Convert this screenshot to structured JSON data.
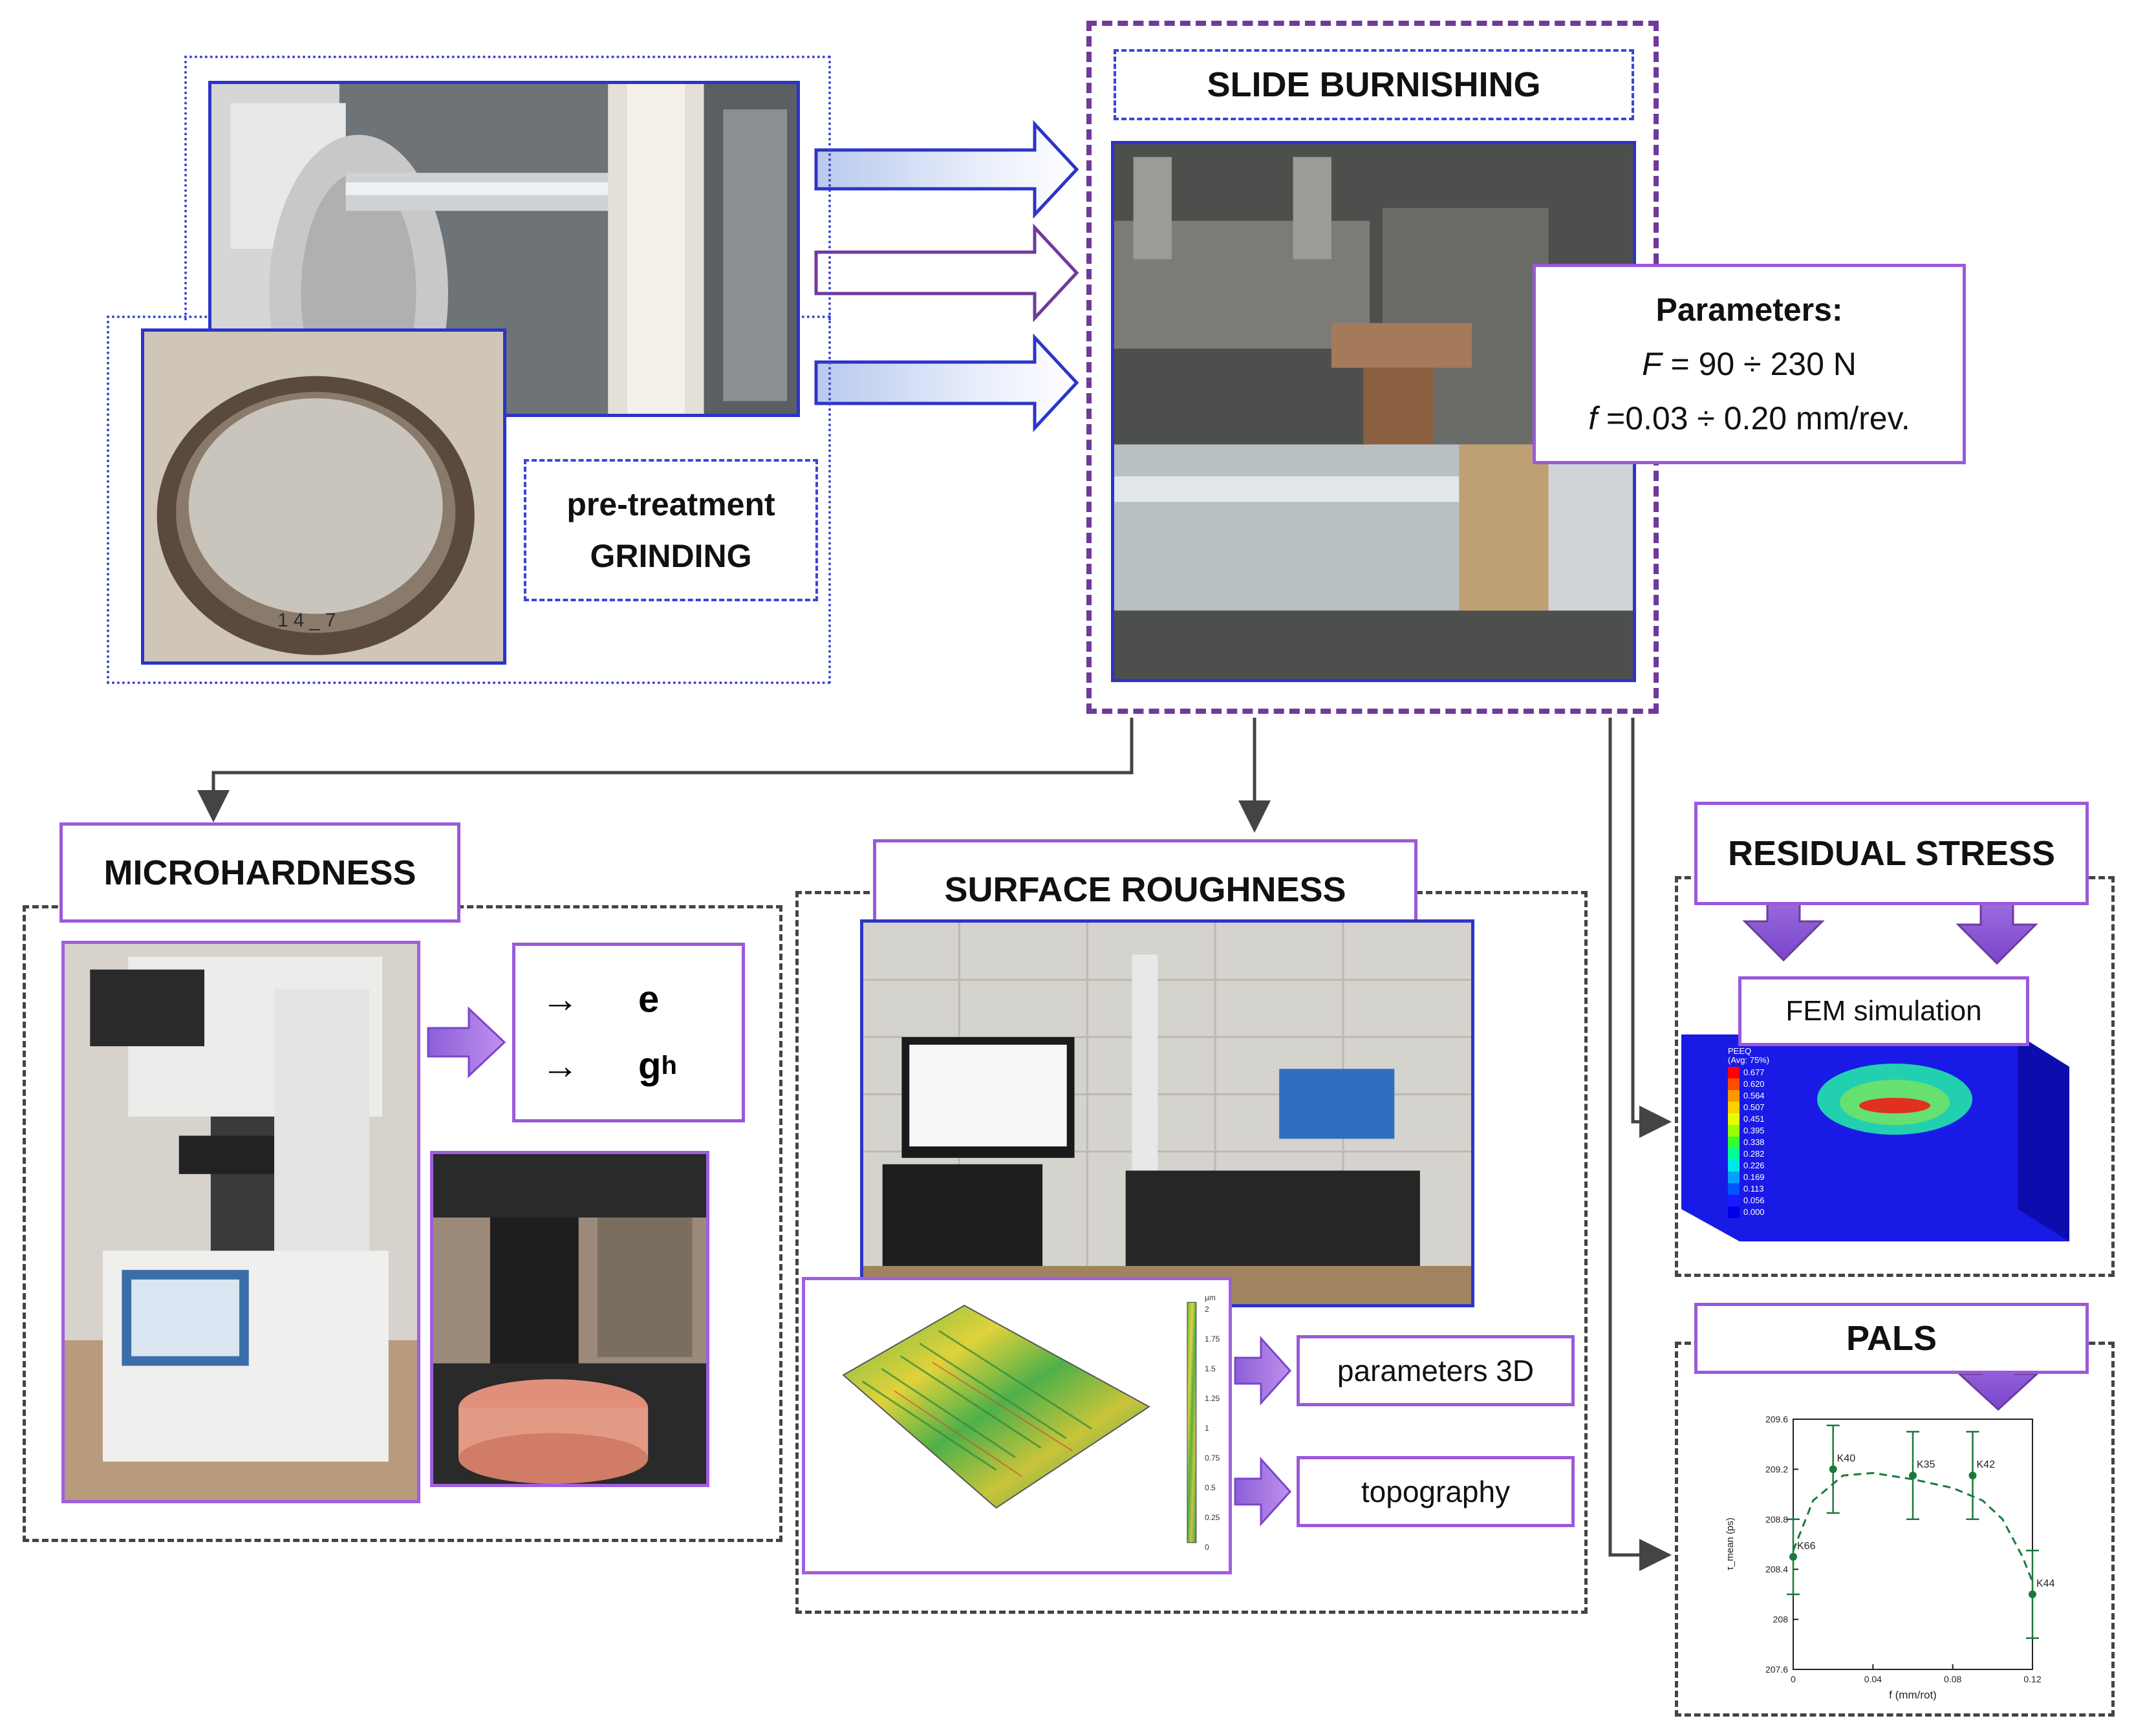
{
  "pretreatment": {
    "line1": "pre-treatment",
    "line2": "GRINDING"
  },
  "slide_burnishing": {
    "title": "SLIDE BURNISHING"
  },
  "parameters": {
    "title": "Parameters:",
    "force_symbol": "F",
    "force_text": " = 90 ÷ 230 N",
    "feed_symbol": "f",
    "feed_text": " =0.03 ÷ 0.20 mm/rev."
  },
  "microhardness": {
    "title": "MICROHARDNESS",
    "outputs": [
      {
        "arrow": "→",
        "symbol": "e",
        "subscript": ""
      },
      {
        "arrow": "→",
        "symbol": "g",
        "subscript": "h"
      }
    ]
  },
  "surface_roughness": {
    "title": "SURFACE ROUGHNESS",
    "outputs": [
      "parameters 3D",
      "topography"
    ]
  },
  "residual_stress": {
    "title": "RESIDUAL STRESS",
    "fem_label": "FEM simulation",
    "legend_title": "PEEQ",
    "legend_subtitle": "(Avg: 75%)",
    "legend_values": [
      "0.677",
      "0.620",
      "0.564",
      "0.507",
      "0.451",
      "0.395",
      "0.338",
      "0.282",
      "0.226",
      "0.169",
      "0.113",
      "0.056",
      "0.000"
    ],
    "legend_colors": [
      "#ff0000",
      "#ff4d00",
      "#ff9900",
      "#ffd000",
      "#e5ff00",
      "#99ff00",
      "#33ff33",
      "#00ff99",
      "#00e5e5",
      "#00a0ff",
      "#0055ff",
      "#1a1aff",
      "#0000e6"
    ]
  },
  "roughness_colorbar": {
    "unit": "µm",
    "ticks": [
      "2",
      "1.75",
      "1.5",
      "1.25",
      "1",
      "0.75",
      "0.5",
      "0.25",
      "0"
    ]
  },
  "pals": {
    "title": "PALS",
    "chart_data": {
      "type": "scatter",
      "xlabel": "f (mm/rot)",
      "ylabel": "τ_mean (ps)",
      "xlim": [
        0,
        0.12
      ],
      "ylim": [
        207.6,
        209.6
      ],
      "x_ticks": [
        "0",
        "0.04",
        "0.08",
        "0.12"
      ],
      "y_ticks": [
        "207.6",
        "208",
        "208.4",
        "208.8",
        "209.2",
        "209.6"
      ],
      "series_color": "#1a7a3a",
      "points": [
        {
          "label": "K66",
          "x": 0.0,
          "y": 208.5,
          "err": 0.3
        },
        {
          "label": "K40",
          "x": 0.02,
          "y": 209.2,
          "err": 0.35
        },
        {
          "label": "K35",
          "x": 0.06,
          "y": 209.15,
          "err": 0.35
        },
        {
          "label": "K42",
          "x": 0.09,
          "y": 209.15,
          "err": 0.35
        },
        {
          "label": "K44",
          "x": 0.12,
          "y": 208.2,
          "err": 0.35
        }
      ],
      "fit": [
        [
          0.0,
          208.55
        ],
        [
          0.01,
          208.95
        ],
        [
          0.025,
          209.15
        ],
        [
          0.04,
          209.17
        ],
        [
          0.06,
          209.12
        ],
        [
          0.08,
          209.05
        ],
        [
          0.095,
          208.95
        ],
        [
          0.105,
          208.8
        ],
        [
          0.115,
          208.5
        ],
        [
          0.12,
          208.3
        ]
      ]
    }
  }
}
